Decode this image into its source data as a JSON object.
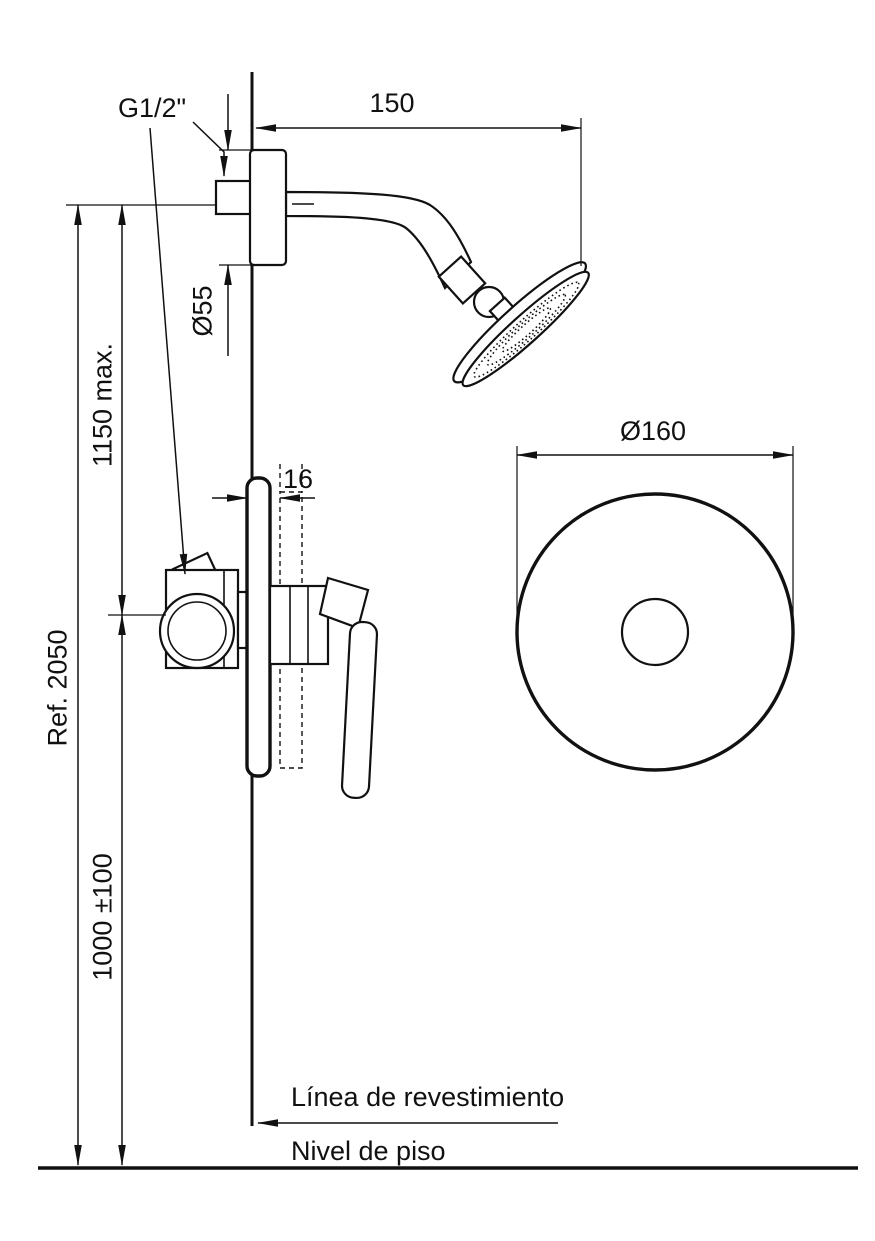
{
  "labels": {
    "thread_size": "G1/2\"",
    "arm_length": "150",
    "flange_diameter": "Ø55",
    "head_height_max": "1150 max.",
    "reference_height": "Ref. 2050",
    "mixer_height": "1000 ±100",
    "finish_offset": "16",
    "plate_diameter": "Ø160",
    "finish_line": "Línea de revestimiento",
    "floor_level": "Nivel de piso"
  },
  "colors": {
    "line": "#111111",
    "background": "#ffffff"
  }
}
